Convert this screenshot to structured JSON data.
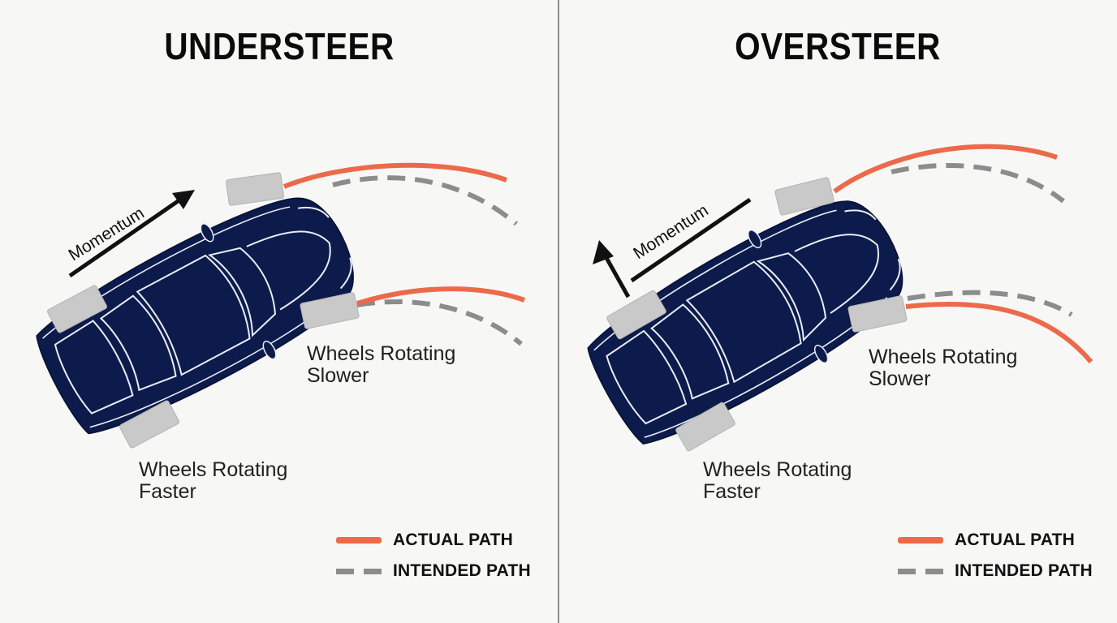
{
  "panels": [
    {
      "title": "UNDERSTEER",
      "momentum_label": "Momentum",
      "slow_label_line1": "Wheels Rotating",
      "slow_label_line2": "Slower",
      "fast_label_line1": "Wheels Rotating",
      "fast_label_line2": "Faster",
      "legend": {
        "actual": "ACTUAL PATH",
        "intended": "INTENDED PATH"
      }
    },
    {
      "title": "OVERSTEER",
      "momentum_label": "Momentum",
      "slow_label_line1": "Wheels Rotating",
      "slow_label_line2": "Slower",
      "fast_label_line1": "Wheels Rotating",
      "fast_label_line2": "Faster",
      "legend": {
        "actual": "ACTUAL PATH",
        "intended": "INTENDED PATH"
      }
    }
  ],
  "colors": {
    "actual_path": "#ec6a4a",
    "intended_path": "#8c8c8c",
    "car_body": "#0c1b4b",
    "car_outline": "#e9ecf5",
    "wheel": "#c9c9c9",
    "divider": "#8f8f8f"
  }
}
